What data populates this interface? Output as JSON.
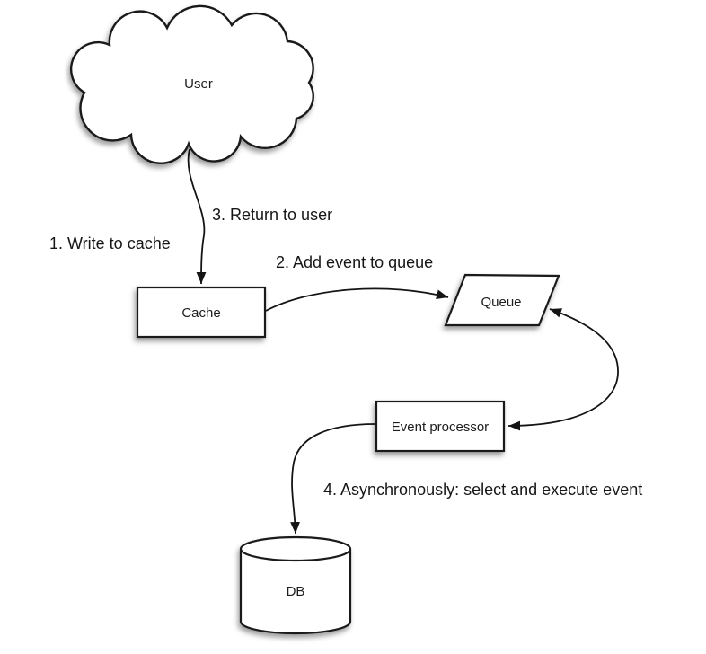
{
  "diagram": {
    "colors": {
      "background": "#ffffff",
      "stroke": "#1a1a1a",
      "shape_fill": "#ffffff",
      "text": "#1c1c1e"
    },
    "nodes": {
      "user": {
        "label": "User",
        "shape": "cloud"
      },
      "cache": {
        "label": "Cache",
        "shape": "rectangle"
      },
      "queue": {
        "label": "Queue",
        "shape": "parallelogram"
      },
      "event_processor": {
        "label": "Event processor",
        "shape": "rectangle"
      },
      "db": {
        "label": "DB",
        "shape": "cylinder"
      }
    },
    "labels": {
      "step1": "1. Write to cache",
      "step2": "2. Add event to queue",
      "step3": "3. Return to user",
      "step4": "4. Asynchronously: select and execute event"
    },
    "edges": {
      "user_to_cache": "arrow from User cloud down into Cache",
      "cache_to_queue": "curved arrow from Cache right side into Queue left side",
      "queue_event_processor": "double-headed curved arrow between Queue right side and Event processor right side",
      "event_processor_to_db": "curved arrow from Event processor left side down into DB"
    }
  }
}
